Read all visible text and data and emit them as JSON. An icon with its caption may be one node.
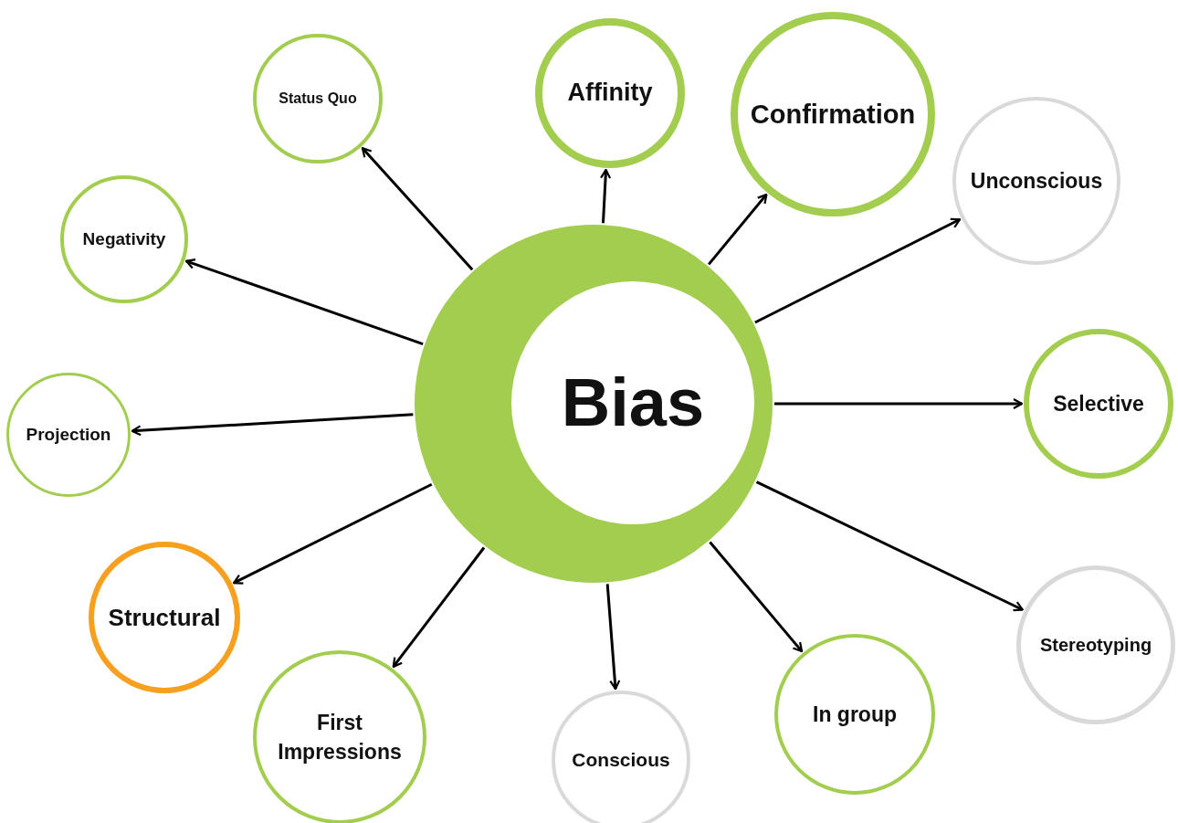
{
  "diagram": {
    "nodes": [
      {
        "text": [
          "Bias"
        ]
      },
      {
        "text": [
          "Status Quo"
        ]
      },
      {
        "text": [
          "Affinity"
        ]
      },
      {
        "text": [
          "Confirmation"
        ]
      },
      {
        "text": [
          "Unconscious"
        ]
      },
      {
        "text": [
          "Negativity"
        ]
      },
      {
        "text": [
          "Selective"
        ]
      },
      {
        "text": [
          "Projection"
        ]
      },
      {
        "text": [
          "Structural"
        ]
      },
      {
        "text": [
          "Stereotyping"
        ]
      },
      {
        "text": [
          "First Impressions"
        ]
      },
      {
        "text": [
          "Conscious"
        ]
      },
      {
        "text": [
          "In group"
        ]
      }
    ],
    "edges": [
      {
        "from": 0,
        "to": 1,
        "arrow": "to"
      },
      {
        "from": 0,
        "to": 2,
        "arrow": "to"
      },
      {
        "from": 0,
        "to": 3,
        "arrow": "to"
      },
      {
        "from": 0,
        "to": 4,
        "arrow": "to"
      },
      {
        "from": 0,
        "to": 5,
        "arrow": "to"
      },
      {
        "from": 0,
        "to": 6,
        "arrow": "to"
      },
      {
        "from": 0,
        "to": 7,
        "arrow": "to"
      },
      {
        "from": 0,
        "to": 8,
        "arrow": "to"
      },
      {
        "from": 0,
        "to": 9,
        "arrow": "to"
      },
      {
        "from": 0,
        "to": 10,
        "arrow": "to"
      },
      {
        "from": 0,
        "to": 11,
        "arrow": "to"
      },
      {
        "from": 0,
        "to": 12,
        "arrow": "to"
      }
    ]
  }
}
